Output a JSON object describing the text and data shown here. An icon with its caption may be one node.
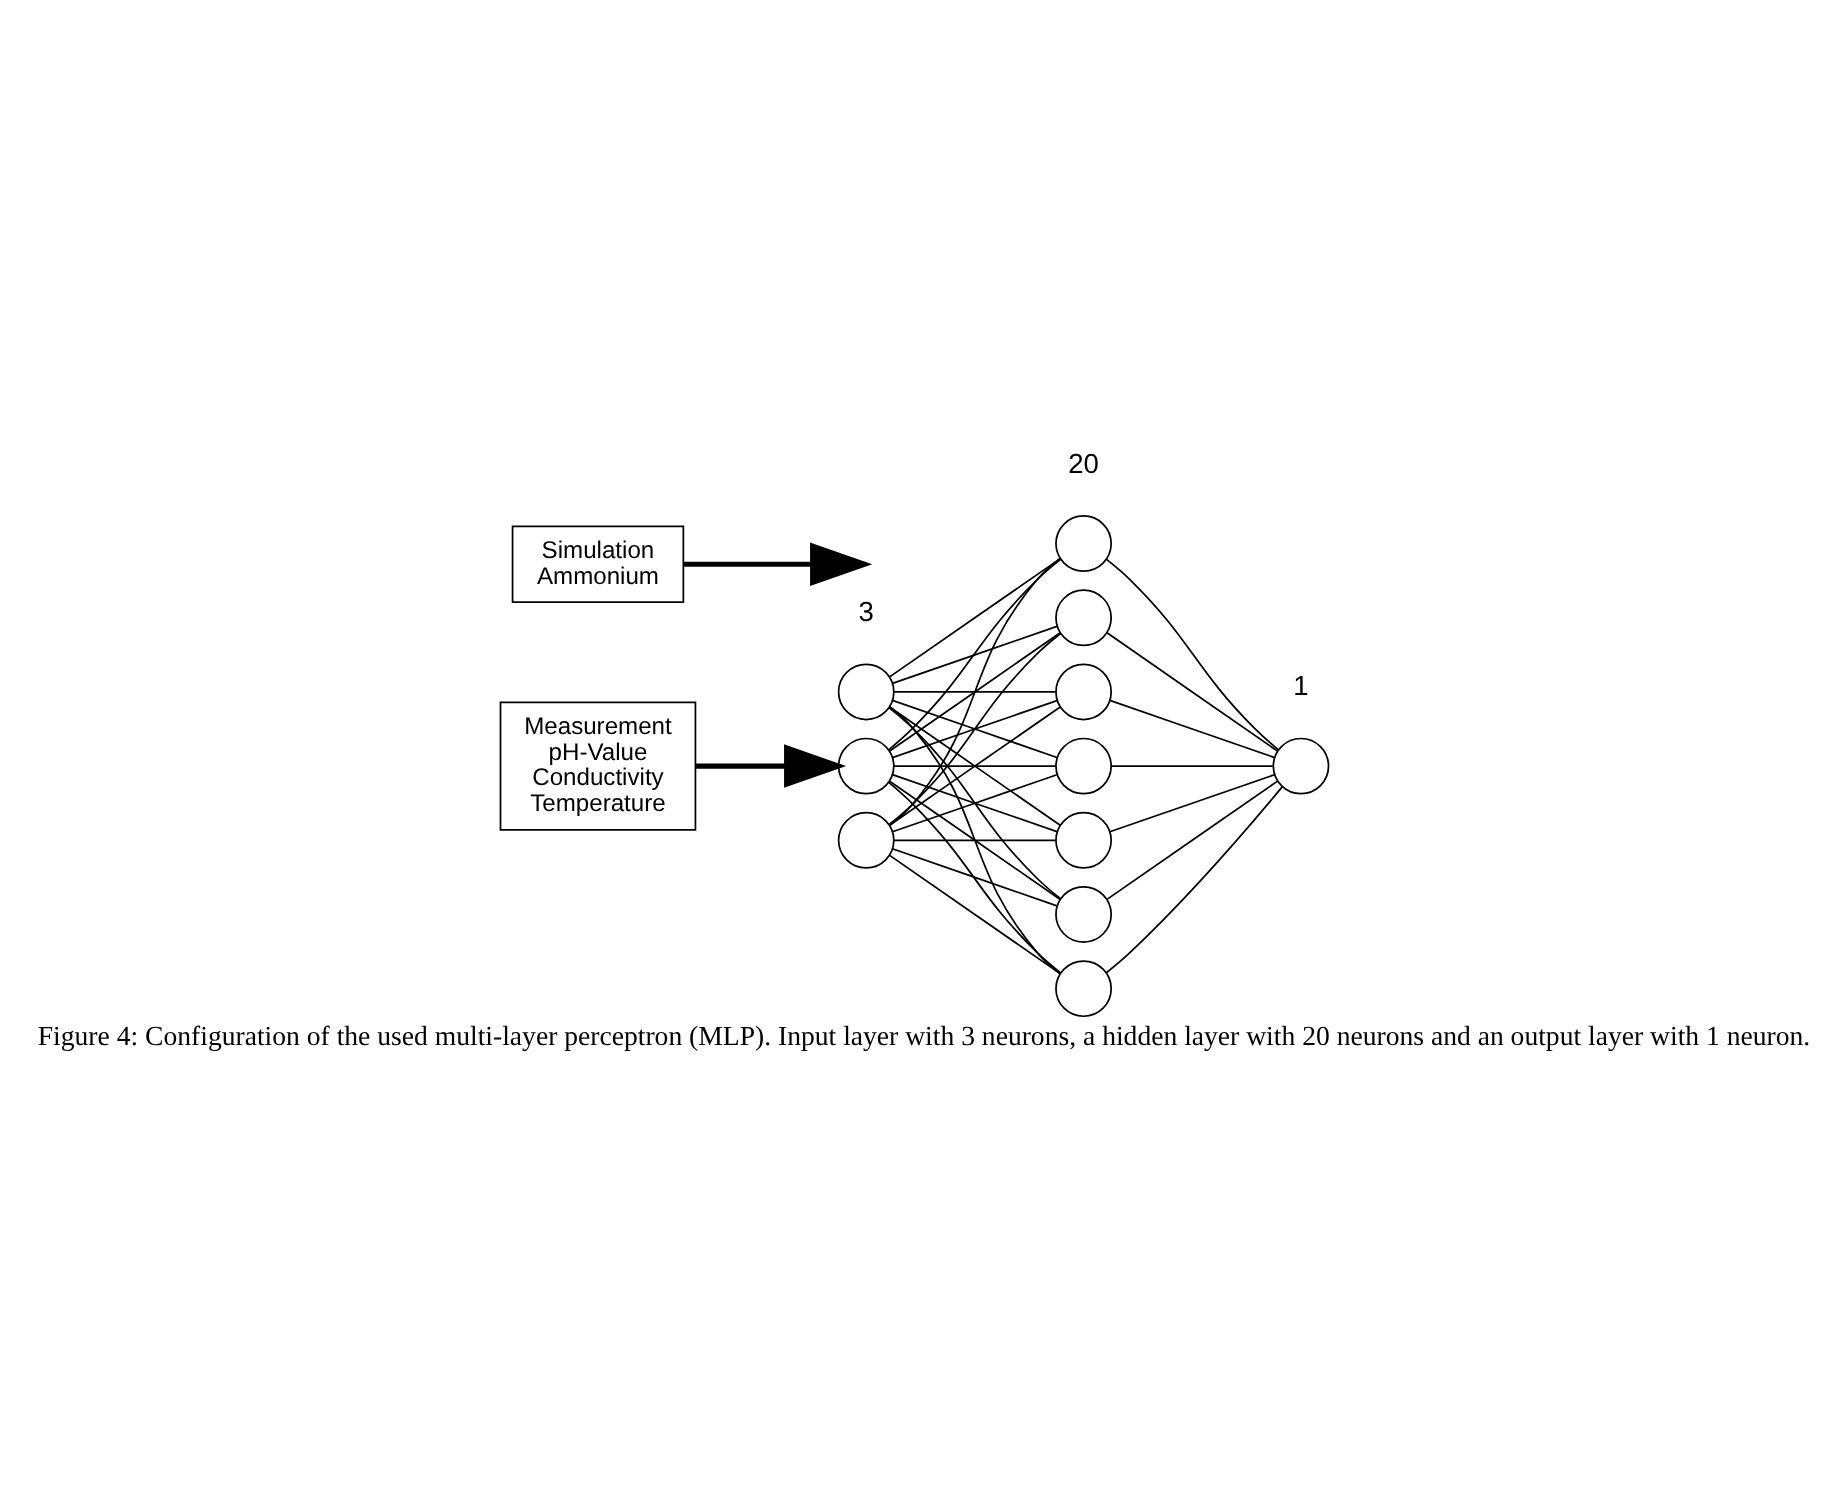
{
  "diagram": {
    "caption": "Figure 4: Configuration of the used multi-layer perceptron (MLP). Input layer with 3 neurons, a hidden layer with 20 neurons and an output layer with 1 neuron.",
    "nodes": [
      {
        "text": [
          "Measurement",
          "pH-Value",
          "Conductivity",
          "Temperature"
        ]
      },
      {
        "text": [],
        "shape": "circle"
      },
      {
        "text": [],
        "shape": "circle"
      },
      {
        "text": [],
        "shape": "circle"
      },
      {
        "text": [],
        "shape": "circle"
      },
      {
        "text": [],
        "shape": "circle"
      },
      {
        "text": [],
        "shape": "circle"
      },
      {
        "text": [],
        "shape": "circle"
      },
      {
        "text": [],
        "shape": "circle"
      },
      {
        "text": [],
        "shape": "circle"
      },
      {
        "text": [],
        "shape": "circle"
      },
      {
        "text": [],
        "shape": "circle"
      },
      {
        "text": [
          "Simulation",
          "Ammonium"
        ]
      }
    ],
    "edges": [
      {
        "from": 0,
        "to": 2,
        "arrow": "to",
        "style": "thick"
      },
      {
        "from": 1,
        "to": 4,
        "arrow": "none"
      },
      {
        "from": 1,
        "to": 5,
        "arrow": "none"
      },
      {
        "from": 1,
        "to": 6,
        "arrow": "none"
      },
      {
        "from": 1,
        "to": 7,
        "arrow": "none"
      },
      {
        "from": 1,
        "to": 8,
        "arrow": "none"
      },
      {
        "from": 1,
        "to": 9,
        "arrow": "none"
      },
      {
        "from": 1,
        "to": 10,
        "arrow": "none"
      },
      {
        "from": 2,
        "to": 4,
        "arrow": "none"
      },
      {
        "from": 2,
        "to": 5,
        "arrow": "none"
      },
      {
        "from": 2,
        "to": 6,
        "arrow": "none"
      },
      {
        "from": 2,
        "to": 7,
        "arrow": "none"
      },
      {
        "from": 2,
        "to": 8,
        "arrow": "none"
      },
      {
        "from": 2,
        "to": 9,
        "arrow": "none"
      },
      {
        "from": 2,
        "to": 10,
        "arrow": "none"
      },
      {
        "from": 3,
        "to": 4,
        "arrow": "none"
      },
      {
        "from": 3,
        "to": 5,
        "arrow": "none"
      },
      {
        "from": 3,
        "to": 6,
        "arrow": "none"
      },
      {
        "from": 3,
        "to": 7,
        "arrow": "none"
      },
      {
        "from": 3,
        "to": 8,
        "arrow": "none"
      },
      {
        "from": 3,
        "to": 9,
        "arrow": "none"
      },
      {
        "from": 3,
        "to": 10,
        "arrow": "none"
      },
      {
        "from": 4,
        "to": 11,
        "arrow": "none"
      },
      {
        "from": 5,
        "to": 11,
        "arrow": "none"
      },
      {
        "from": 6,
        "to": 11,
        "arrow": "none"
      },
      {
        "from": 7,
        "to": 11,
        "arrow": "none"
      },
      {
        "from": 8,
        "to": 11,
        "arrow": "none"
      },
      {
        "from": 9,
        "to": 11,
        "arrow": "none"
      },
      {
        "from": 10,
        "to": 11,
        "arrow": "none"
      },
      {
        "from": 12,
        "to": null,
        "arrow": "to",
        "style": "thick"
      }
    ],
    "labels": [
      "20",
      "3",
      "1"
    ]
  }
}
